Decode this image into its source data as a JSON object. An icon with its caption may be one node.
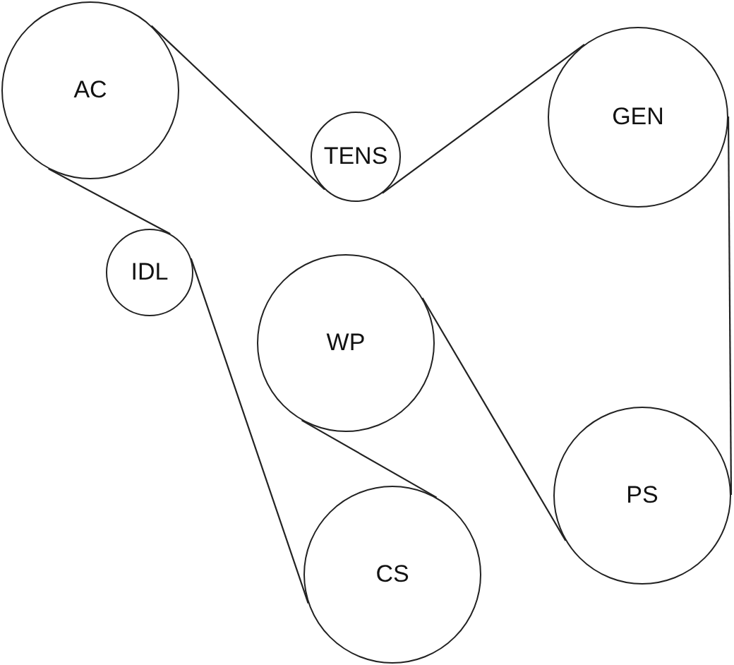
{
  "diagram": {
    "nodes": [
      {
        "text": [
          "AC"
        ]
      },
      {
        "text": [
          "TENS"
        ]
      },
      {
        "text": [
          "GEN"
        ]
      },
      {
        "text": [
          "IDL"
        ]
      },
      {
        "text": [
          "WP"
        ]
      },
      {
        "text": [
          "PS"
        ]
      },
      {
        "text": [
          "CS"
        ]
      }
    ],
    "edges": [
      {
        "from": 0,
        "to": 1,
        "arrow": "none"
      },
      {
        "from": 1,
        "to": 2,
        "arrow": "none"
      },
      {
        "from": 2,
        "to": 5,
        "arrow": "none"
      },
      {
        "from": 5,
        "to": 4,
        "arrow": "none"
      },
      {
        "from": 4,
        "to": 6,
        "arrow": "none"
      },
      {
        "from": 6,
        "to": 3,
        "arrow": "none"
      },
      {
        "from": 3,
        "to": 0,
        "arrow": "none"
      }
    ]
  }
}
